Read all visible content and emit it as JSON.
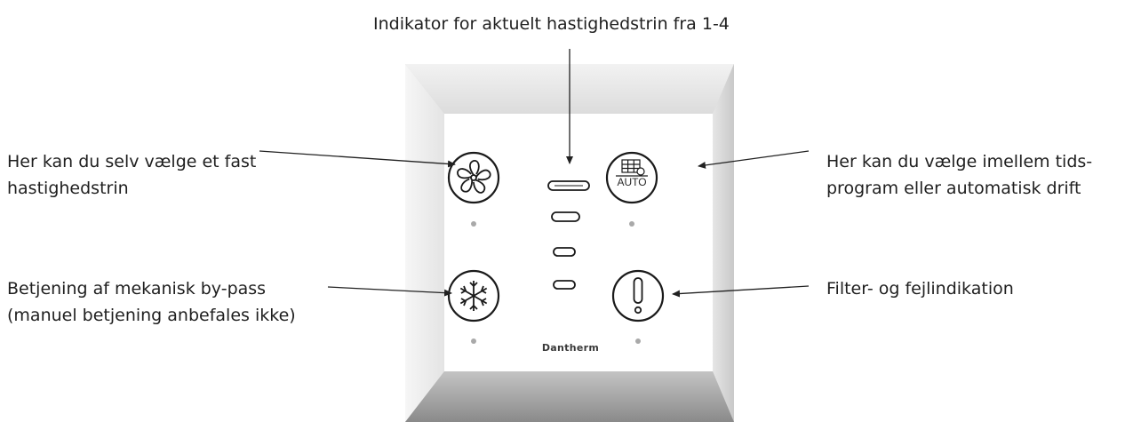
{
  "labels": {
    "top": "Indikator for aktuelt hastighedstrin fra 1-4",
    "left_1": "Her kan du selv vælge et fast\nhastighedstrin",
    "left_2": "Betjening af mekanisk by-pass\n(manuel betjening anbefales ikke)",
    "right_1": "Her kan du vælge imellem tids-\nprogram eller automatisk drift",
    "right_2": "Filter- og fejlindikation"
  },
  "panel": {
    "brand": "Dantherm",
    "auto_label": "AUTO",
    "buttons": [
      {
        "icon": "fan-icon"
      },
      {
        "icon": "timer-auto-icon"
      },
      {
        "icon": "snowflake-icon"
      },
      {
        "icon": "exclamation-icon"
      }
    ],
    "speed_levels": 4
  },
  "colors": {
    "frame_light": "#f4f4f4",
    "frame_shadow": "#9a9a9a",
    "panel": "#ffffff",
    "icon_stroke": "#1a1a1a",
    "indicator_dot": "#a9a9a9",
    "arrow": "#222222"
  }
}
